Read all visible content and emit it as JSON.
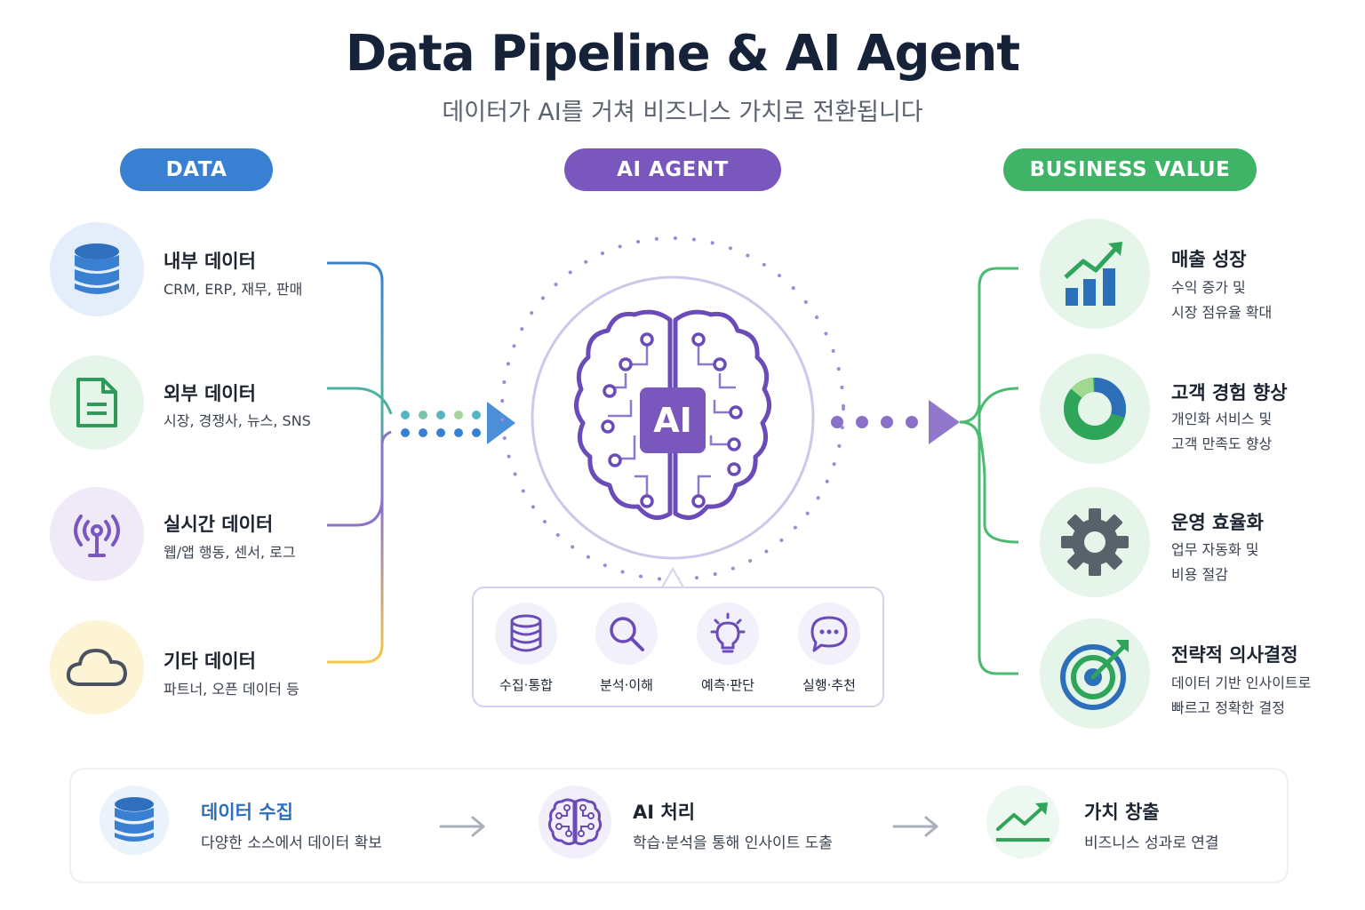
{
  "title": "Data Pipeline & AI Agent",
  "subtitle": "데이터가 AI를 거쳐 비즈니스 가치로 전환됩니다",
  "sections": {
    "data": "DATA",
    "ai_agent": "AI AGENT",
    "business_value": "BUSINESS VALUE"
  },
  "data_sources": [
    {
      "title": "내부 데이터",
      "desc": "CRM, ERP, 재무, 판매",
      "icon": "database-icon"
    },
    {
      "title": "외부 데이터",
      "desc": "시장, 경쟁사, 뉴스, SNS",
      "icon": "document-icon"
    },
    {
      "title": "실시간 데이터",
      "desc": "웹/앱 행동, 센서, 로그",
      "icon": "broadcast-icon"
    },
    {
      "title": "기타 데이터",
      "desc": "파트너, 오픈 데이터 등",
      "icon": "cloud-icon"
    }
  ],
  "ai_core": {
    "label": "AI",
    "icon": "brain-icon"
  },
  "ai_steps": [
    {
      "label": "수집·통합",
      "icon": "database-icon"
    },
    {
      "label": "분석·이해",
      "icon": "magnifier-icon"
    },
    {
      "label": "예측·판단",
      "icon": "lightbulb-icon"
    },
    {
      "label": "실행·추천",
      "icon": "chat-bubble-icon"
    }
  ],
  "business_values": [
    {
      "title": "매출 성장",
      "desc1": "수익 증가 및",
      "desc2": "시장 점유율 확대",
      "icon": "growth-chart-icon"
    },
    {
      "title": "고객 경험 향상",
      "desc1": "개인화 서비스 및",
      "desc2": "고객 만족도 향상",
      "icon": "donut-chart-icon"
    },
    {
      "title": "운영 효율화",
      "desc1": "업무 자동화 및",
      "desc2": "비용 절감",
      "icon": "gear-icon"
    },
    {
      "title": "전략적 의사결정",
      "desc1": "데이터 기반 인사이트로",
      "desc2": "빠르고 정확한 결정",
      "icon": "target-icon"
    }
  ],
  "summary": [
    {
      "title": "데이터 수집",
      "desc": "다양한 소스에서 데이터 확보",
      "icon": "database-icon"
    },
    {
      "title": "AI 처리",
      "desc": "학습·분석을 통해 인사이트 도출",
      "icon": "brain-icon"
    },
    {
      "title": "가치 창출",
      "desc": "비즈니스 성과로 연결",
      "icon": "trend-up-icon"
    }
  ],
  "colors": {
    "data": "#3a80d2",
    "ai": "#7a57bd",
    "business": "#3fb467",
    "title": "#152238"
  }
}
